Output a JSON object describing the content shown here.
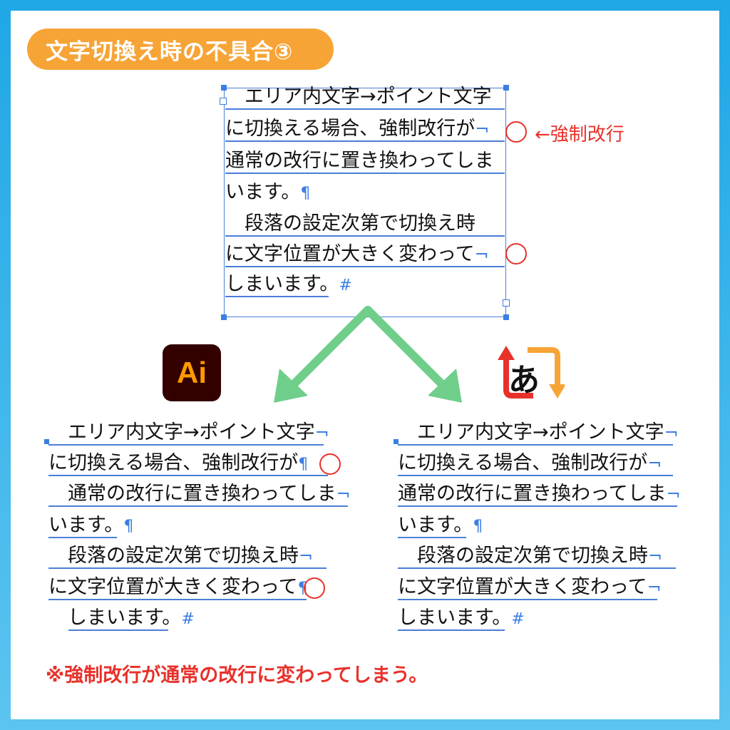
{
  "title": "文字切換え時の不具合③",
  "annotation": "←強制改行",
  "footnote": "※強制改行が通常の改行に変わってしまう。",
  "marks": {
    "paragraph": "¶",
    "end": "#",
    "linebreak": "¬"
  },
  "logos": {
    "illustrator": "Ai",
    "hiragana": "あ"
  },
  "top_block": {
    "lines": [
      "　エリア内文字→ポイント文字",
      "に切換える場合、強制改行が",
      "通常の改行に置き換わってしま",
      "います。",
      "　段落の設定次第で切換え時",
      "に文字位置が大きく変わって",
      "しまいます。"
    ]
  },
  "left_block": {
    "lines": [
      "　エリア内文字→ポイント文字",
      "に切換える場合、強制改行が",
      "　通常の改行に置き換わってしま",
      "います。",
      "　段落の設定次第で切換え時",
      "に文字位置が大きく変わって",
      "　しまいます。"
    ]
  },
  "right_block": {
    "lines": [
      "　エリア内文字→ポイント文字",
      "に切換える場合、強制改行が",
      "通常の改行に置き換わってしま",
      "います。",
      "　段落の設定次第で切換え時",
      "に文字位置が大きく変わって",
      "しまいます。"
    ]
  },
  "colors": {
    "accent": "#f7a437",
    "red": "#e8312a",
    "guide": "#4a7ed8",
    "arrow": "#6fcf8a",
    "background": "#1fa7e6"
  }
}
